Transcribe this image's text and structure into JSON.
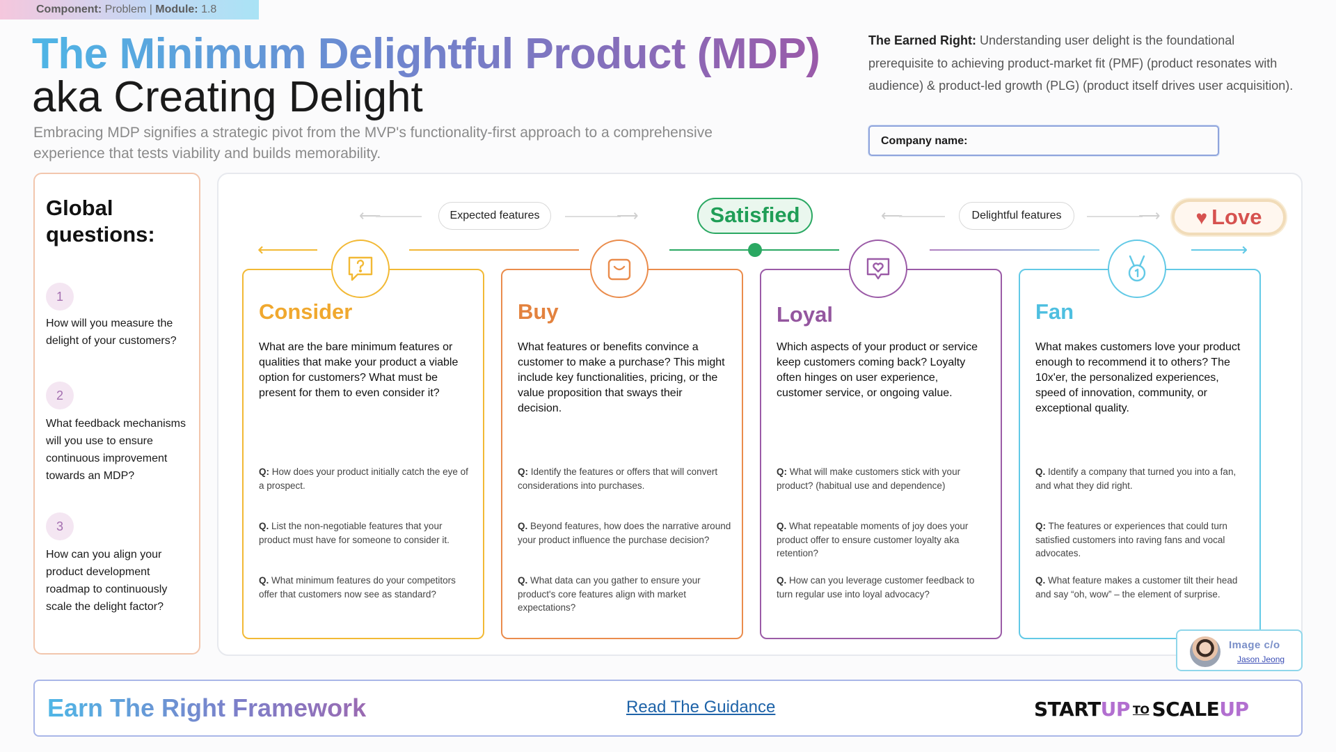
{
  "tagline": {
    "component_label": "Component:",
    "component_value": "Problem",
    "separator": "|",
    "module_label": "Module:",
    "module_value": "1.8"
  },
  "title": {
    "line1": "The Minimum Delightful Product (MDP)",
    "line2": "aka Creating Delight"
  },
  "subtitle": "Embracing MDP signifies a strategic pivot from the MVP's functionality-first approach to a comprehensive experience that tests viability and builds memorability.",
  "earned_right": {
    "label": "The Earned Right:",
    "text": "Understanding user delight is the foundational prerequisite to achieving product-market fit (PMF) (product resonates with audience) & product-led growth (PLG) (product itself drives user acquisition)."
  },
  "company_field": {
    "label": "Company name:",
    "value": ""
  },
  "global_questions": {
    "title": "Global questions:",
    "items": [
      {
        "number": "1",
        "text": "How will you measure the delight of your customers?"
      },
      {
        "number": "2",
        "text": "What feedback mechanisms will you use to ensure continuous improvement towards an MDP?"
      },
      {
        "number": "3",
        "text": "How can you align your product development roadmap to continuously scale the delight factor?"
      }
    ]
  },
  "scale": {
    "expected_label": "Expected features",
    "satisfied_label": "Satisfied",
    "delightful_label": "Delightful features",
    "love_label": "Love",
    "love_icon": "heart-icon"
  },
  "colors": {
    "consider": "#f2b935",
    "buy": "#ea8c4c",
    "loyal": "#9b5ba7",
    "fan": "#62c9e6",
    "satisfied": "#2aa862"
  },
  "stages": [
    {
      "title": "Consider",
      "icon": "speech-question-icon",
      "description": "What are the bare minimum features or qualities that make your product a viable option for customers? What must be present for them to even consider it?",
      "questions": [
        {
          "prefix": "Q:",
          "text": "How does your product initially catch the eye of a prospect."
        },
        {
          "prefix": "Q.",
          "text": "List the non-negotiable features that your product must have for someone to consider it."
        },
        {
          "prefix": "Q.",
          "text": "What minimum features do your competitors offer that customers now see as standard?"
        }
      ]
    },
    {
      "title": "Buy",
      "icon": "shopping-bag-icon",
      "description": "What features or benefits convince a customer to make a purchase? This might include key functionalities, pricing, or the value proposition that sways their decision.",
      "questions": [
        {
          "prefix": "Q:",
          "text": "Identify the features or offers that will convert considerations into purchases."
        },
        {
          "prefix": "Q.",
          "text": "Beyond features, how does the narrative around your product influence the purchase decision?"
        },
        {
          "prefix": "Q.",
          "text": "What data can you gather to ensure your product's core features align with market expectations?"
        }
      ]
    },
    {
      "title": "Loyal",
      "icon": "speech-heart-icon",
      "description": "Which aspects of your product or service keep customers coming back? Loyalty often hinges on user experience, customer service, or ongoing value.",
      "questions": [
        {
          "prefix": "Q:",
          "text": "What will make customers stick with your product? (habitual use and dependence)"
        },
        {
          "prefix": "Q.",
          "text": "What repeatable moments of joy does your product offer to ensure customer loyalty aka retention?"
        },
        {
          "prefix": "Q.",
          "text": "How can you leverage customer feedback to turn regular use into loyal advocacy?"
        }
      ]
    },
    {
      "title": "Fan",
      "icon": "medal-icon",
      "description": "What makes customers love your product enough to recommend it to others? The 10x'er, the personalized experiences, speed of innovation, community, or exceptional quality.",
      "questions": [
        {
          "prefix": "Q.",
          "text": "Identify a company that turned you into a fan, and what they did right."
        },
        {
          "prefix": "Q:",
          "text": "The features or experiences that could turn satisfied customers into raving fans and vocal advocates."
        },
        {
          "prefix": "Q.",
          "text": "What feature makes a customer tilt their head and say “oh, wow” – the element of surprise."
        }
      ]
    }
  ],
  "credit": {
    "label": "Image c/o",
    "author": "Jason Jeong"
  },
  "footer": {
    "framework": "Earn The Right Framework",
    "guidance_link": "Read The Guidance",
    "logo_start": "START",
    "logo_up": "UP",
    "logo_to": "TO",
    "logo_scale": "SCALE",
    "logo_up2": "UP"
  }
}
